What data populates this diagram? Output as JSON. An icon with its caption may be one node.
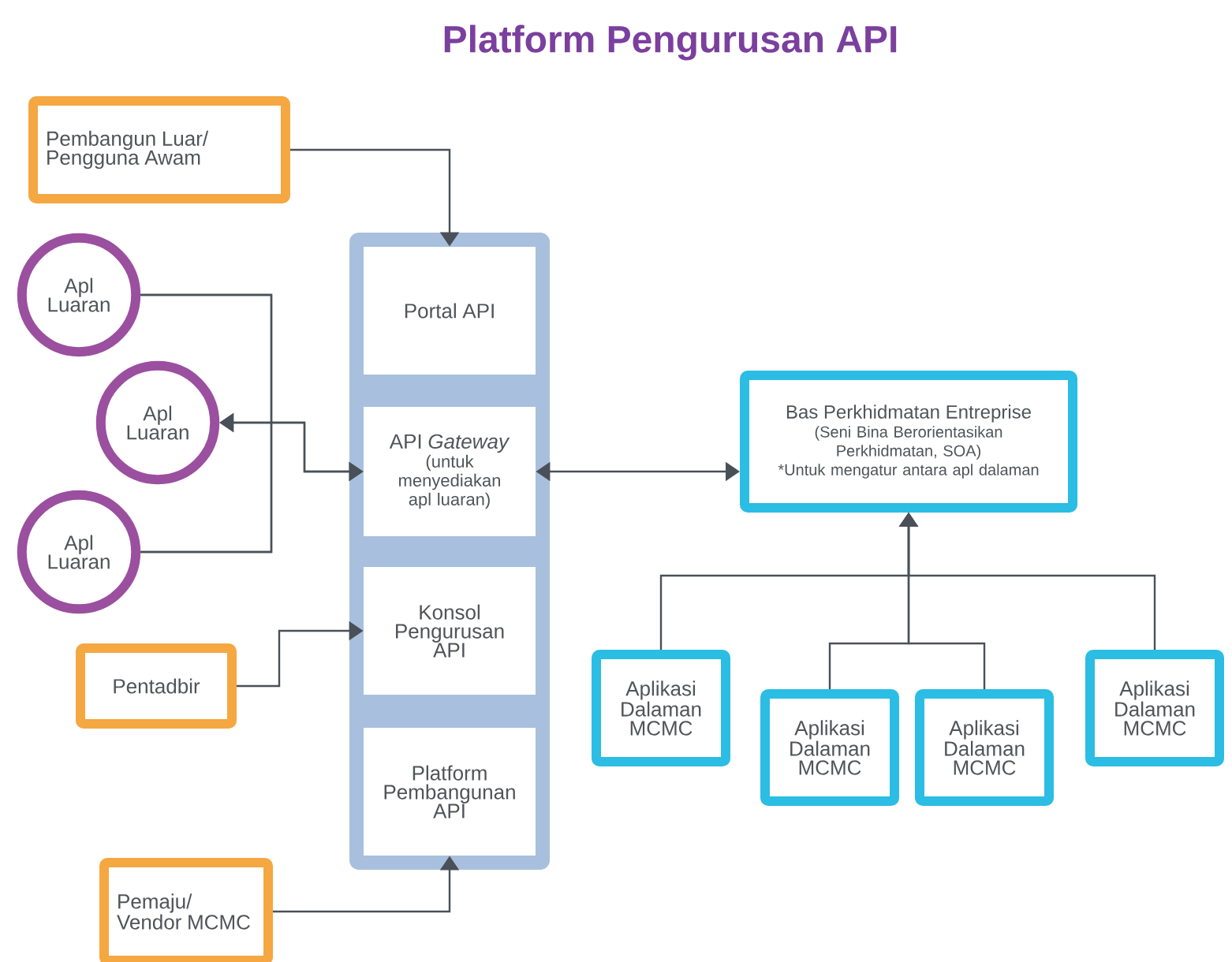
{
  "diagram": {
    "title": "Platform Pengurusan API",
    "nodes": [
      {
        "text": [
          "Pembangun Luar/ Pengguna Awam"
        ]
      },
      {
        "text": [
          "Apl Luaran"
        ]
      },
      {
        "text": [
          "Apl Luaran"
        ]
      },
      {
        "text": [
          "Apl Luaran"
        ]
      },
      {
        "text": [
          "Pentadbir"
        ]
      },
      {
        "text": [
          "Pemaju/ Vendor MCMC"
        ]
      },
      {
        "text": [],
        "shape": "box"
      },
      {
        "text": [
          "Portal API"
        ],
        "in": 6
      },
      {
        "text": [
          "API *Gateway*",
          "(untuk menyediakan apl luaran)"
        ],
        "in": 6
      },
      {
        "text": [
          "Konsol Pengurusan API"
        ],
        "in": 6
      },
      {
        "text": [
          "Platform Pembangunan API"
        ],
        "in": 6
      },
      {
        "text": [
          "Bas Perkhidmatan Entreprise",
          "(Seni Bina Berorientasikan Perkhidmatan, SOA)",
          "*Untuk mengatur antara apl dalaman"
        ]
      },
      {
        "text": [
          "Aplikasi Dalaman MCMC"
        ]
      },
      {
        "text": [
          "Aplikasi Dalaman MCMC"
        ]
      },
      {
        "text": [
          "Aplikasi Dalaman MCMC"
        ]
      },
      {
        "text": [
          "Aplikasi Dalaman MCMC"
        ]
      }
    ],
    "edges": [
      {
        "from": 0,
        "to": 7,
        "arrow": "to"
      },
      {
        "from": 1,
        "to": 2,
        "arrow": "to"
      },
      {
        "from": 1,
        "to": 8,
        "arrow": "to"
      },
      {
        "from": 3,
        "to": 2,
        "arrow": "to"
      },
      {
        "from": 3,
        "to": 8,
        "arrow": "to"
      },
      {
        "from": 4,
        "to": 9,
        "arrow": "to"
      },
      {
        "from": 5,
        "to": 10,
        "arrow": "to"
      },
      {
        "from": 8,
        "to": 11,
        "arrow": "both"
      },
      {
        "from": 12,
        "to": 11,
        "arrow": "to"
      },
      {
        "from": 13,
        "to": 11,
        "arrow": "to"
      },
      {
        "from": 14,
        "to": 11,
        "arrow": "to"
      },
      {
        "from": 15,
        "to": 11,
        "arrow": "to"
      }
    ]
  }
}
